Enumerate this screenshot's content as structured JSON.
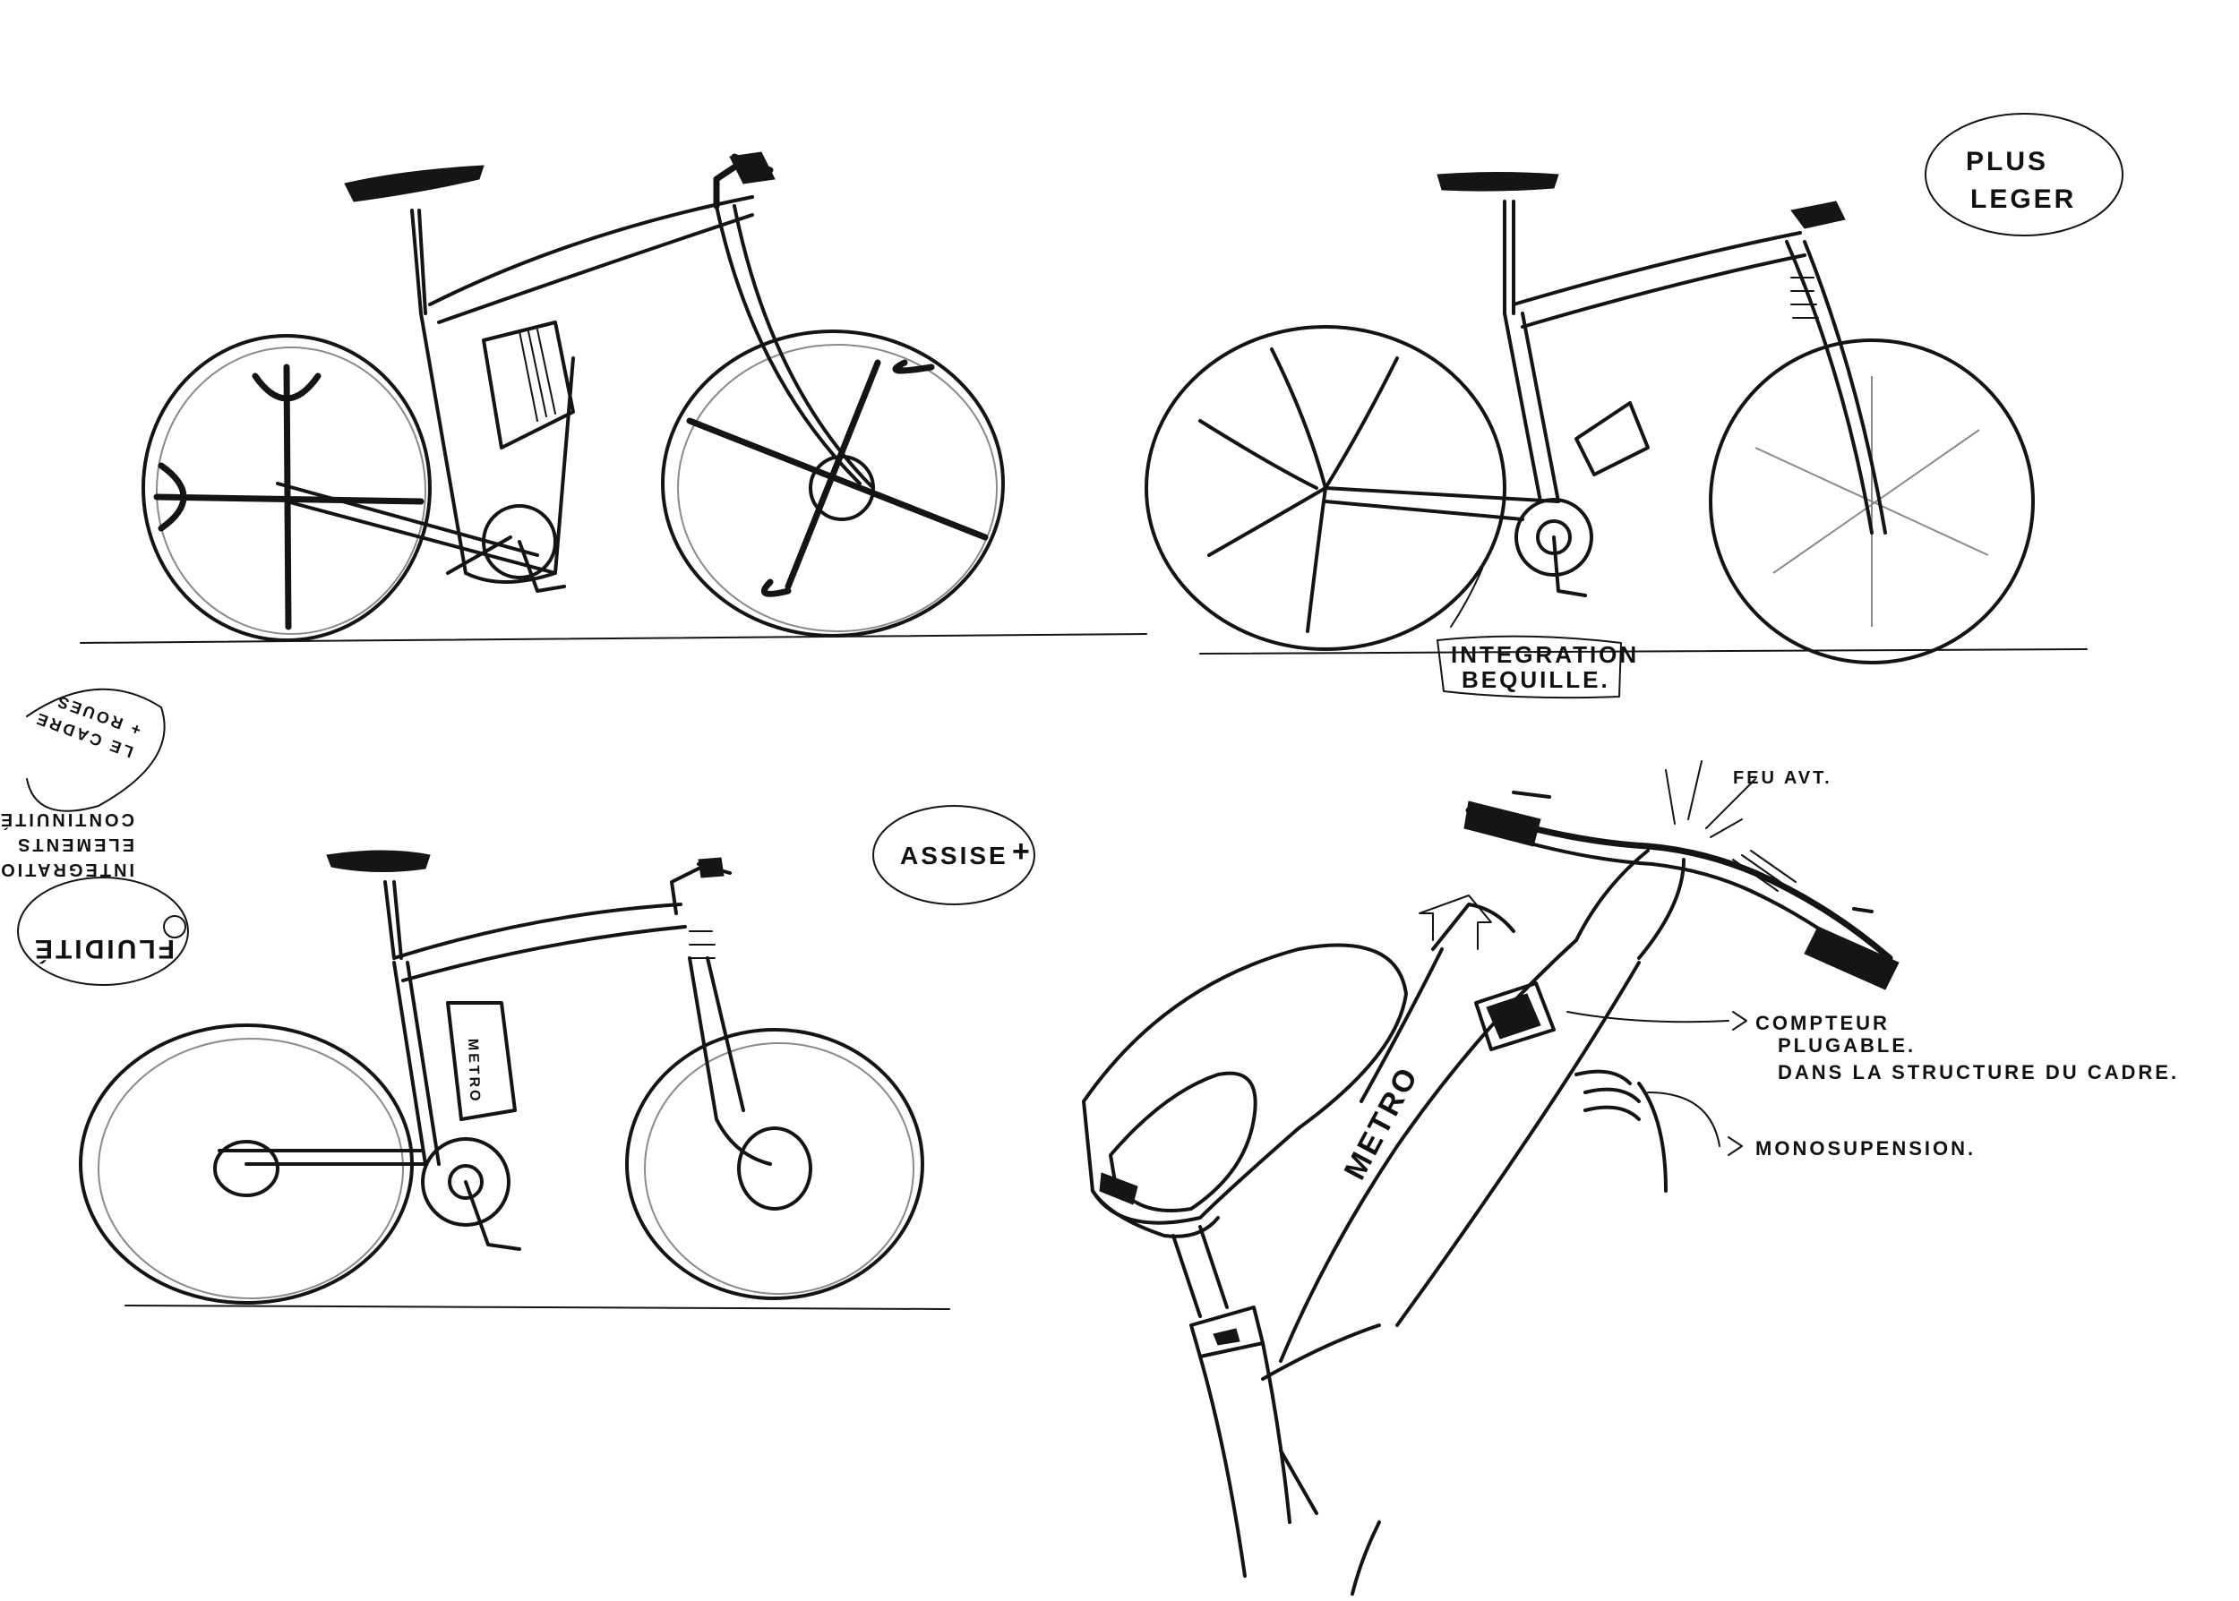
{
  "annotations": {
    "plus_leger": [
      "PLUS",
      "LEGER"
    ],
    "integration_bequille": [
      "INTEGRATION",
      "BEQUILLE."
    ],
    "assise": "ASSISE",
    "assise_suffix": "+",
    "mirrored_note": [
      "INTEGRATION",
      "ELEMENTS",
      "CONTINUITÉ",
      "LE CADRE",
      "+ ROUES"
    ],
    "mirrored_badge": "FLUIDITÉ",
    "feu_avant": "FEU AVT.",
    "compteur": [
      "COMPTEUR",
      "PLUGABLE.",
      "DANS LA STRUCTURE DU CADRE."
    ],
    "monosuspension": "MONOSUPENSION.",
    "frame_brand": "METRO",
    "small_brand": "METRO"
  },
  "colors": {
    "paper": "#ffffff",
    "ink": "#141414",
    "pencil": "#8a8a8a"
  },
  "icons": [
    "arrow-icon",
    "ring-icon",
    "tick-icon"
  ]
}
